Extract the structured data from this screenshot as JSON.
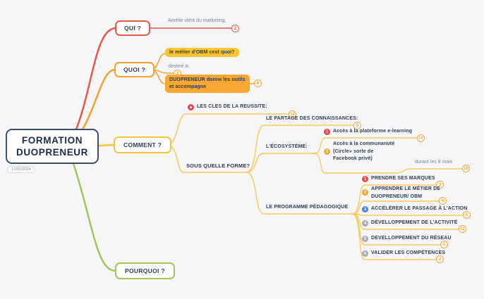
{
  "canvas": {
    "background": "#f6f6f8"
  },
  "colors": {
    "red": "#e8584a",
    "orange": "#f5a02c",
    "yellow": "#f8c43e",
    "line_yellow": "#f7ca5e",
    "green": "#a2c45e",
    "navy": "#2e3b55",
    "gray_text": "#78829a",
    "badge_ring": "#f0a534",
    "yellow_fill": "#fcc52f",
    "orange_fill": "#f7a733",
    "num1": "#e5484d",
    "num2": "#f5a623",
    "num3": "#4284f5",
    "num_gray": "#a3abb5"
  },
  "center": {
    "line1": "FORMATION",
    "line2": "DUOPRENEUR",
    "date": "17/01/2024"
  },
  "qui": {
    "label": "QUI ?",
    "amelie": {
      "text": "Amélie vient du marketing,",
      "badge": "2"
    }
  },
  "quoi": {
    "label": "QUOI ?",
    "metier": {
      "text": "le métier d'OBM cest quoi?"
    },
    "destine": {
      "text": "destiné à:",
      "badge": "3"
    },
    "duo": {
      "text": "DUOPRENEUR donne les outils et accompagne",
      "badge": "6"
    }
  },
  "comment": {
    "label": "COMMENT ?",
    "cles": {
      "text": "LES CLES DE LA REUSSITE:",
      "badge": "10",
      "icon": "record-icon"
    },
    "sous": {
      "text": "SOUS QUELLE FORME?"
    },
    "partage": {
      "text": "LE PARTAGE DES CONNAISSANCES:",
      "badge": "8"
    },
    "ecosysteme": {
      "label": "L'ÉCOSYSTÈME:",
      "elearning": {
        "num": "1",
        "text": "Accès à la plateforme e-learning",
        "badge": "10"
      },
      "communaute": {
        "num": "2",
        "text": "Accès à la communanuté (Circle» sorte de Facebook privé)"
      },
      "durant": {
        "text": "durant les 9 mois",
        "badge": "18"
      }
    },
    "programme": {
      "label": "LE PROGRAMME PÉDAGOGIQUE",
      "items": [
        {
          "num": "1",
          "text": "PRENDRE SES MARQUES",
          "badge": "3"
        },
        {
          "num": "2",
          "text": "APPRENDRE LE MÉTIER DE DUOPRENEUR/ OBM",
          "badge": "6"
        },
        {
          "num": "3",
          "text": "ACCÉLÉRER LE PASSAGE À L'ACTION",
          "badge": "5"
        },
        {
          "num": "4",
          "text": "DÉVELLOPPEMENT DE L'ACTIVITÉ",
          "badge": "12"
        },
        {
          "num": "5",
          "text": "DEVELLOPPEMENT DU RÉSEAU",
          "badge": "5"
        },
        {
          "num": "6",
          "text": "VALIDER LES COMPÉTENCES",
          "badge": "2"
        }
      ]
    }
  },
  "pourquoi": {
    "label": "POURQUOI ?"
  }
}
